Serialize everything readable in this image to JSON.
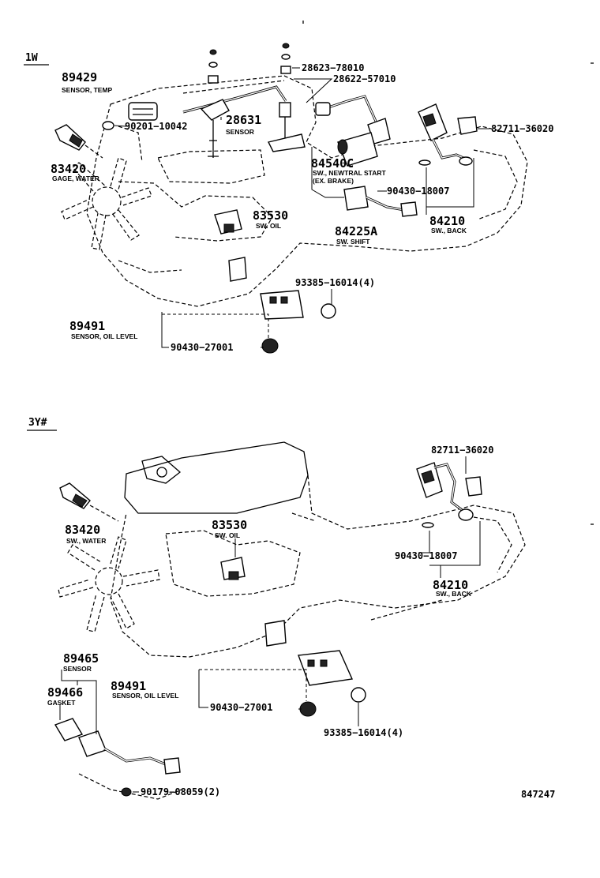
{
  "sections": {
    "top": "1W",
    "bottom": "3Y#"
  },
  "labels": {
    "t_89429": "89429",
    "t_sensor_temp": "SENSOR, TEMP",
    "t_90201": "90201−10042",
    "t_28631": "28631",
    "t_sensor": "SENSOR",
    "t_28623": "28623−78010",
    "t_28622": "28622−57010",
    "t_82711": "82711−36020",
    "t_83420": "83420",
    "t_gage_water": "GAGE, WATER",
    "t_84540c": "84540C",
    "t_sw_neutral": "SW., NEWTRAL START",
    "t_ex_brake": "(EX. BRAKE)",
    "t_90430_18007": "90430−18007",
    "t_83530": "83530",
    "t_sw_oil": "SW. OIL",
    "t_84210": "84210",
    "t_sw_back": "SW., BACK",
    "t_84225a": "84225A",
    "t_sw_shift": "SW. SHIFT",
    "t_93385": "93385−16014(4)",
    "t_89491": "89491",
    "t_sensor_oil_level": "SENSOR, OIL LEVEL",
    "t_90430_27001": "90430−27001",
    "b_82711": "82711−36020",
    "b_83420": "83420",
    "b_sw_water": "SW., WATER",
    "b_83530": "83530",
    "b_sw_oil": "SW. OIL",
    "b_90430_18007": "90430−18007",
    "b_84210": "84210",
    "b_sw_back": "SW., BACK",
    "b_89465": "89465",
    "b_sensor": "SENSOR",
    "b_89466": "89466",
    "b_gasket": "GASKET",
    "b_89491": "89491",
    "b_sensor_oil_level": "SENSOR, OIL LEVEL",
    "b_90430_27001": "90430−27001",
    "b_93385": "93385−16014(4)",
    "b_90179": "90179−08059(2)",
    "ref_number": "847247"
  }
}
